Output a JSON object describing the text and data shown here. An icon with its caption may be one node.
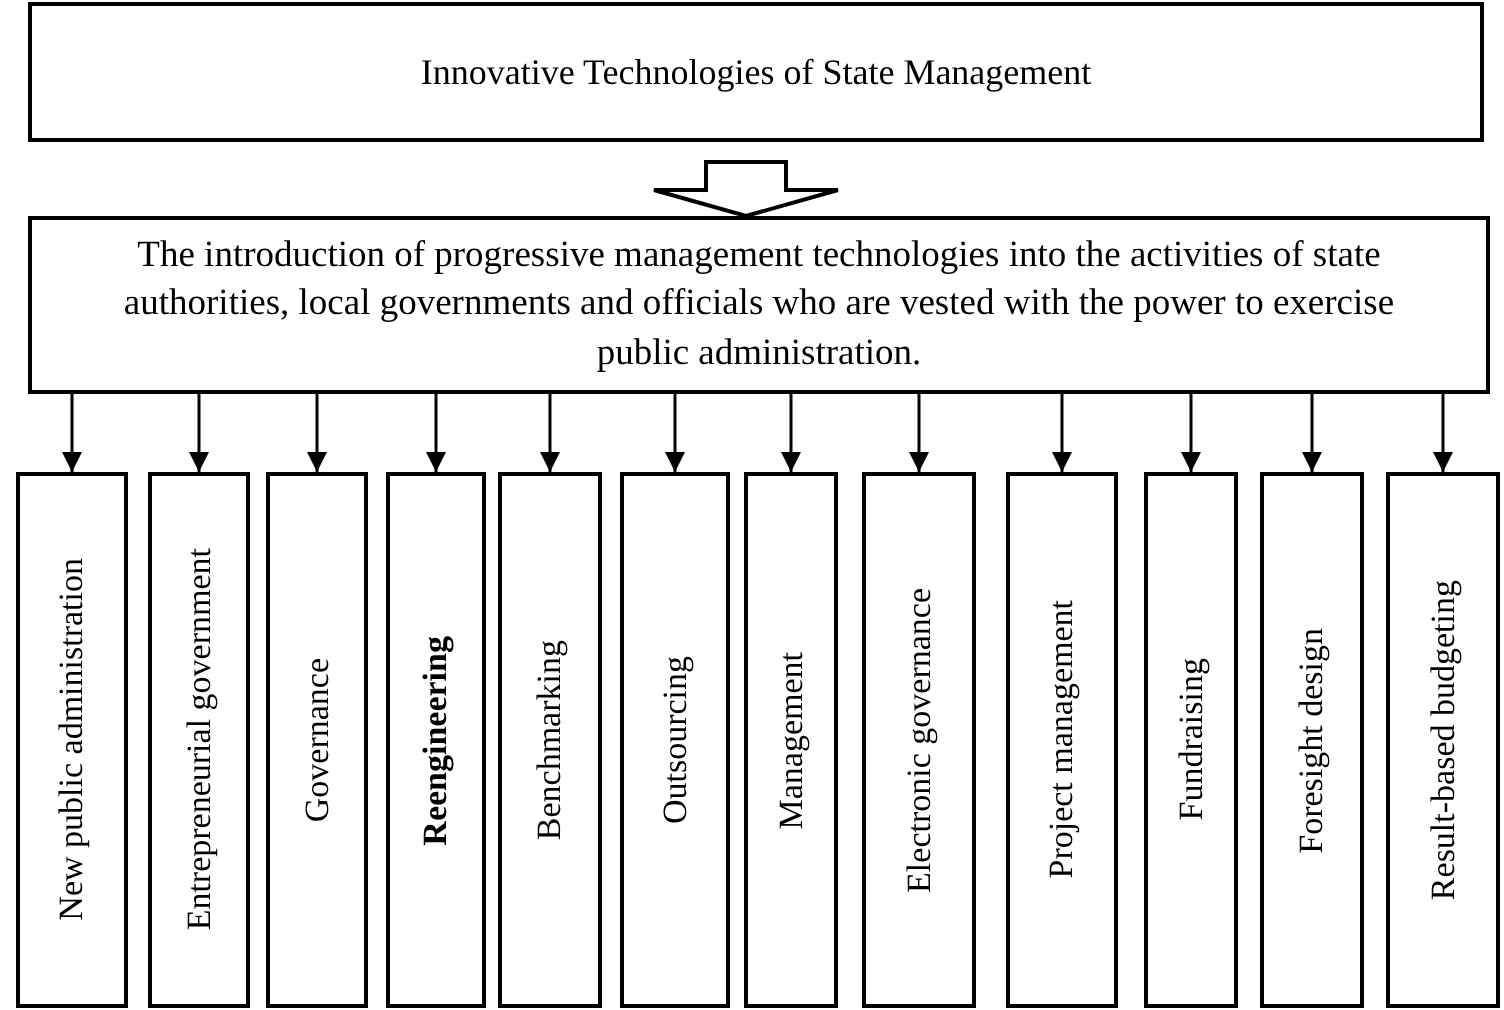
{
  "diagram": {
    "nodes": [
      {
        "text": [
          "Innovative Technologies of State Management"
        ]
      },
      {
        "text": [
          "The introduction of progressive management technologies into the activities of state authorities, local governments and officials who are vested with the power to exercise public administration."
        ]
      },
      {
        "text": [
          "New public administration"
        ]
      },
      {
        "text": [
          "Entrepreneurial government"
        ]
      },
      {
        "text": [
          "Governance"
        ]
      },
      {
        "text": [
          "Reengineering"
        ]
      },
      {
        "text": [
          "Benchmarking"
        ]
      },
      {
        "text": [
          "Outsourcing"
        ]
      },
      {
        "text": [
          "Management"
        ]
      },
      {
        "text": [
          "Electronic governance"
        ]
      },
      {
        "text": [
          "Project management"
        ]
      },
      {
        "text": [
          "Fundraising"
        ]
      },
      {
        "text": [
          "Foresight design"
        ]
      },
      {
        "text": [
          "Result-based budgeting"
        ]
      }
    ],
    "edges": [
      {
        "from": 0,
        "to": 1,
        "arrow": "to",
        "style": "thick"
      },
      {
        "from": 1,
        "to": 2,
        "arrow": "to"
      },
      {
        "from": 1,
        "to": 3,
        "arrow": "to"
      },
      {
        "from": 1,
        "to": 4,
        "arrow": "to"
      },
      {
        "from": 1,
        "to": 5,
        "arrow": "to"
      },
      {
        "from": 1,
        "to": 6,
        "arrow": "to"
      },
      {
        "from": 1,
        "to": 7,
        "arrow": "to"
      },
      {
        "from": 1,
        "to": 8,
        "arrow": "to"
      },
      {
        "from": 1,
        "to": 9,
        "arrow": "to"
      },
      {
        "from": 1,
        "to": 10,
        "arrow": "to"
      },
      {
        "from": 1,
        "to": 11,
        "arrow": "to"
      },
      {
        "from": 1,
        "to": 12,
        "arrow": "to"
      },
      {
        "from": 1,
        "to": 13,
        "arrow": "to"
      }
    ]
  }
}
